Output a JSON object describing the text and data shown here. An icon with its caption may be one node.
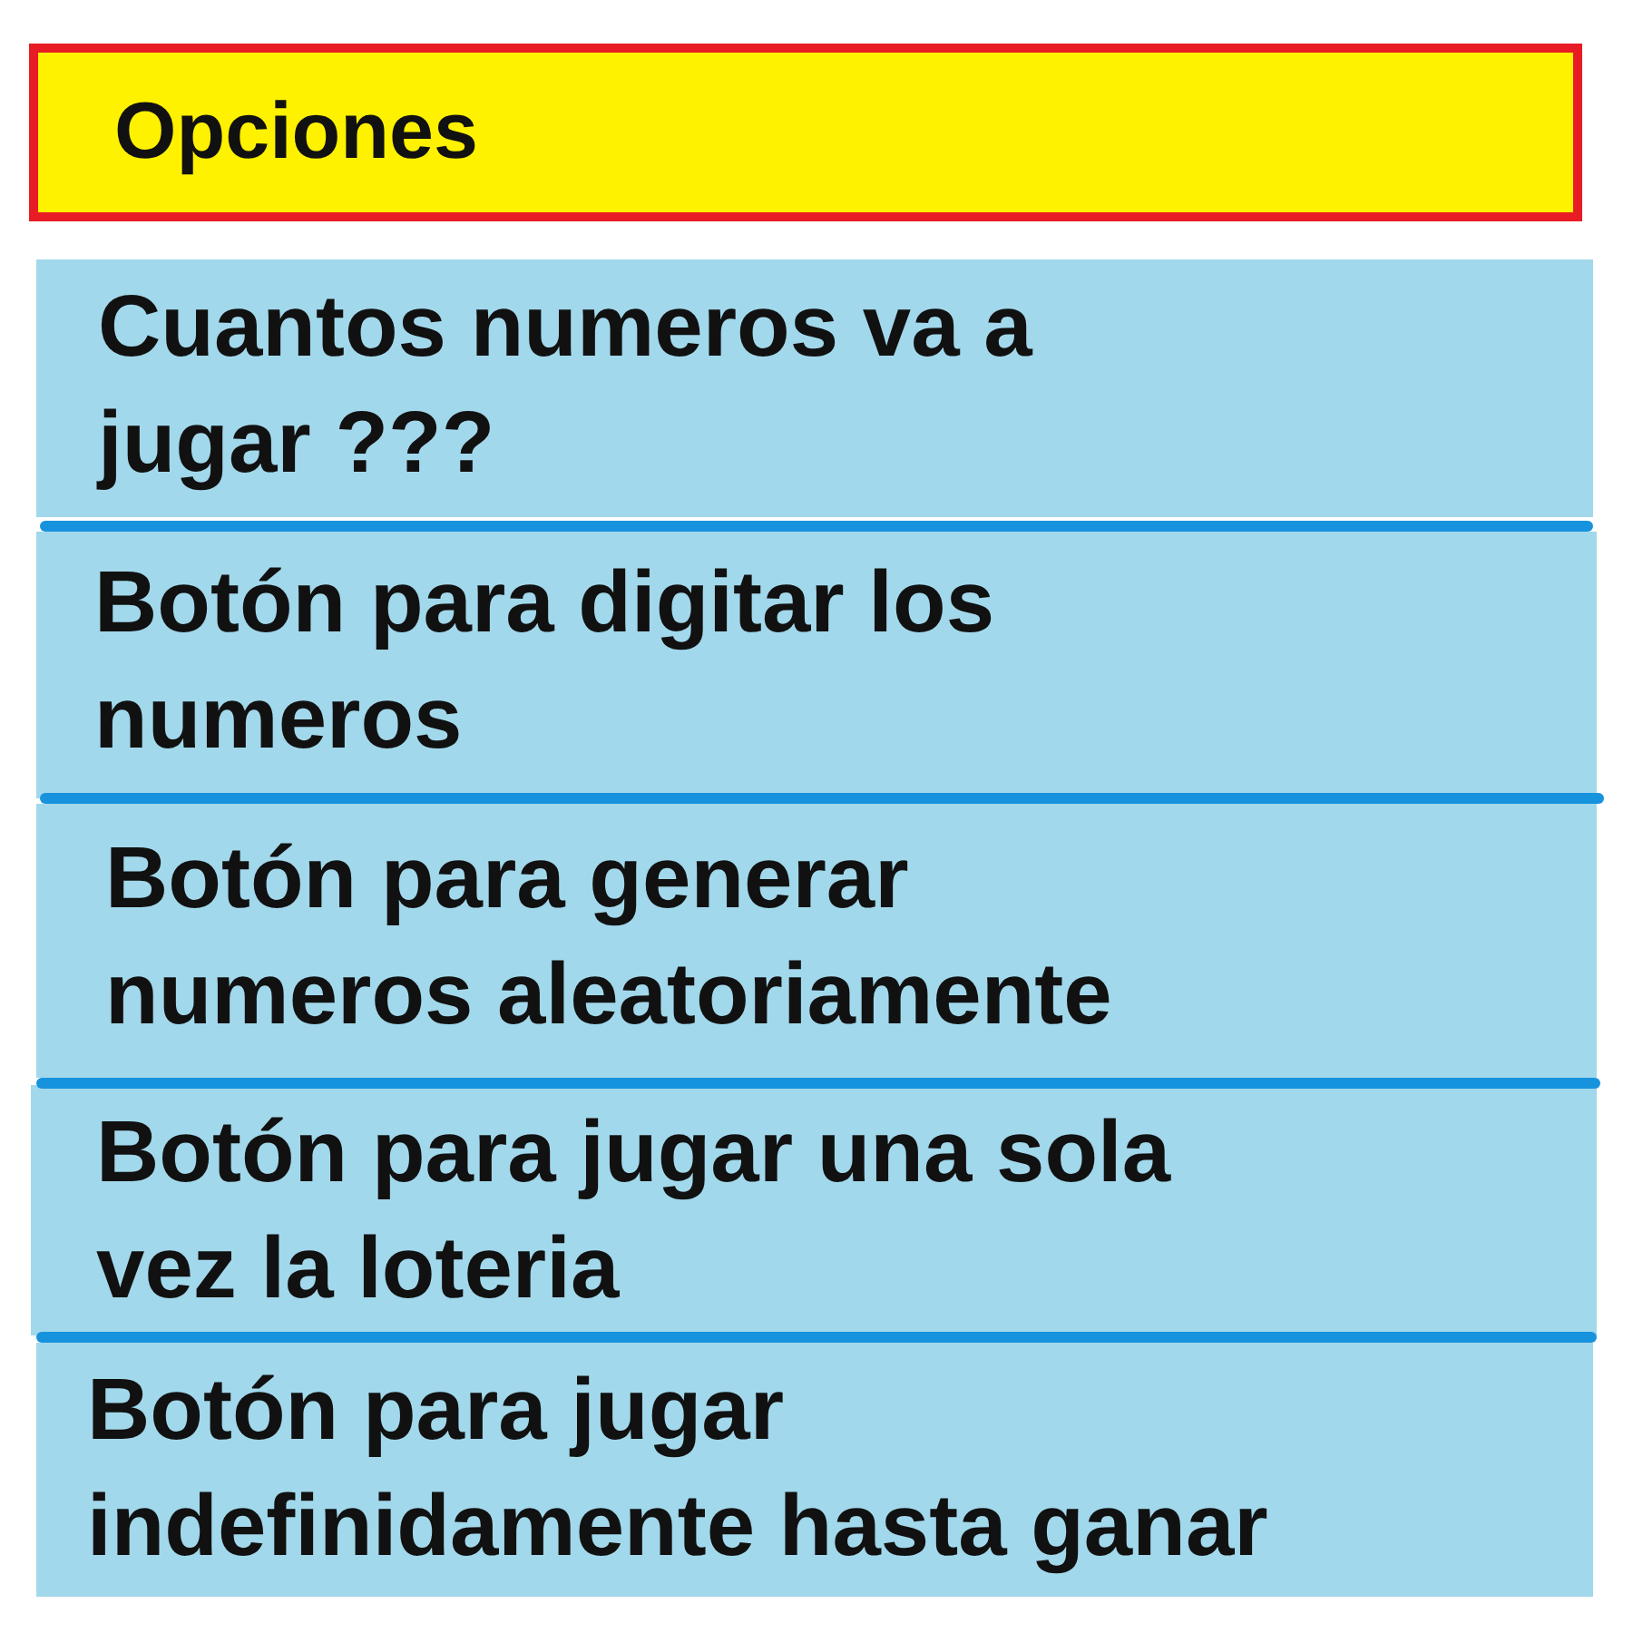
{
  "diagram": {
    "nodes": [
      {
        "text": [
          "Opciones"
        ]
      },
      {
        "text": [
          "Cuantos numeros va a jugar ???"
        ]
      },
      {
        "text": [
          "Botón para digitar los numeros"
        ]
      },
      {
        "text": [
          "Botón para generar numeros aleatoriamente"
        ]
      },
      {
        "text": [
          "Botón para jugar una sola vez la loteria"
        ]
      },
      {
        "text": [
          "Botón para jugar indefinidamente hasta ganar"
        ]
      }
    ]
  }
}
